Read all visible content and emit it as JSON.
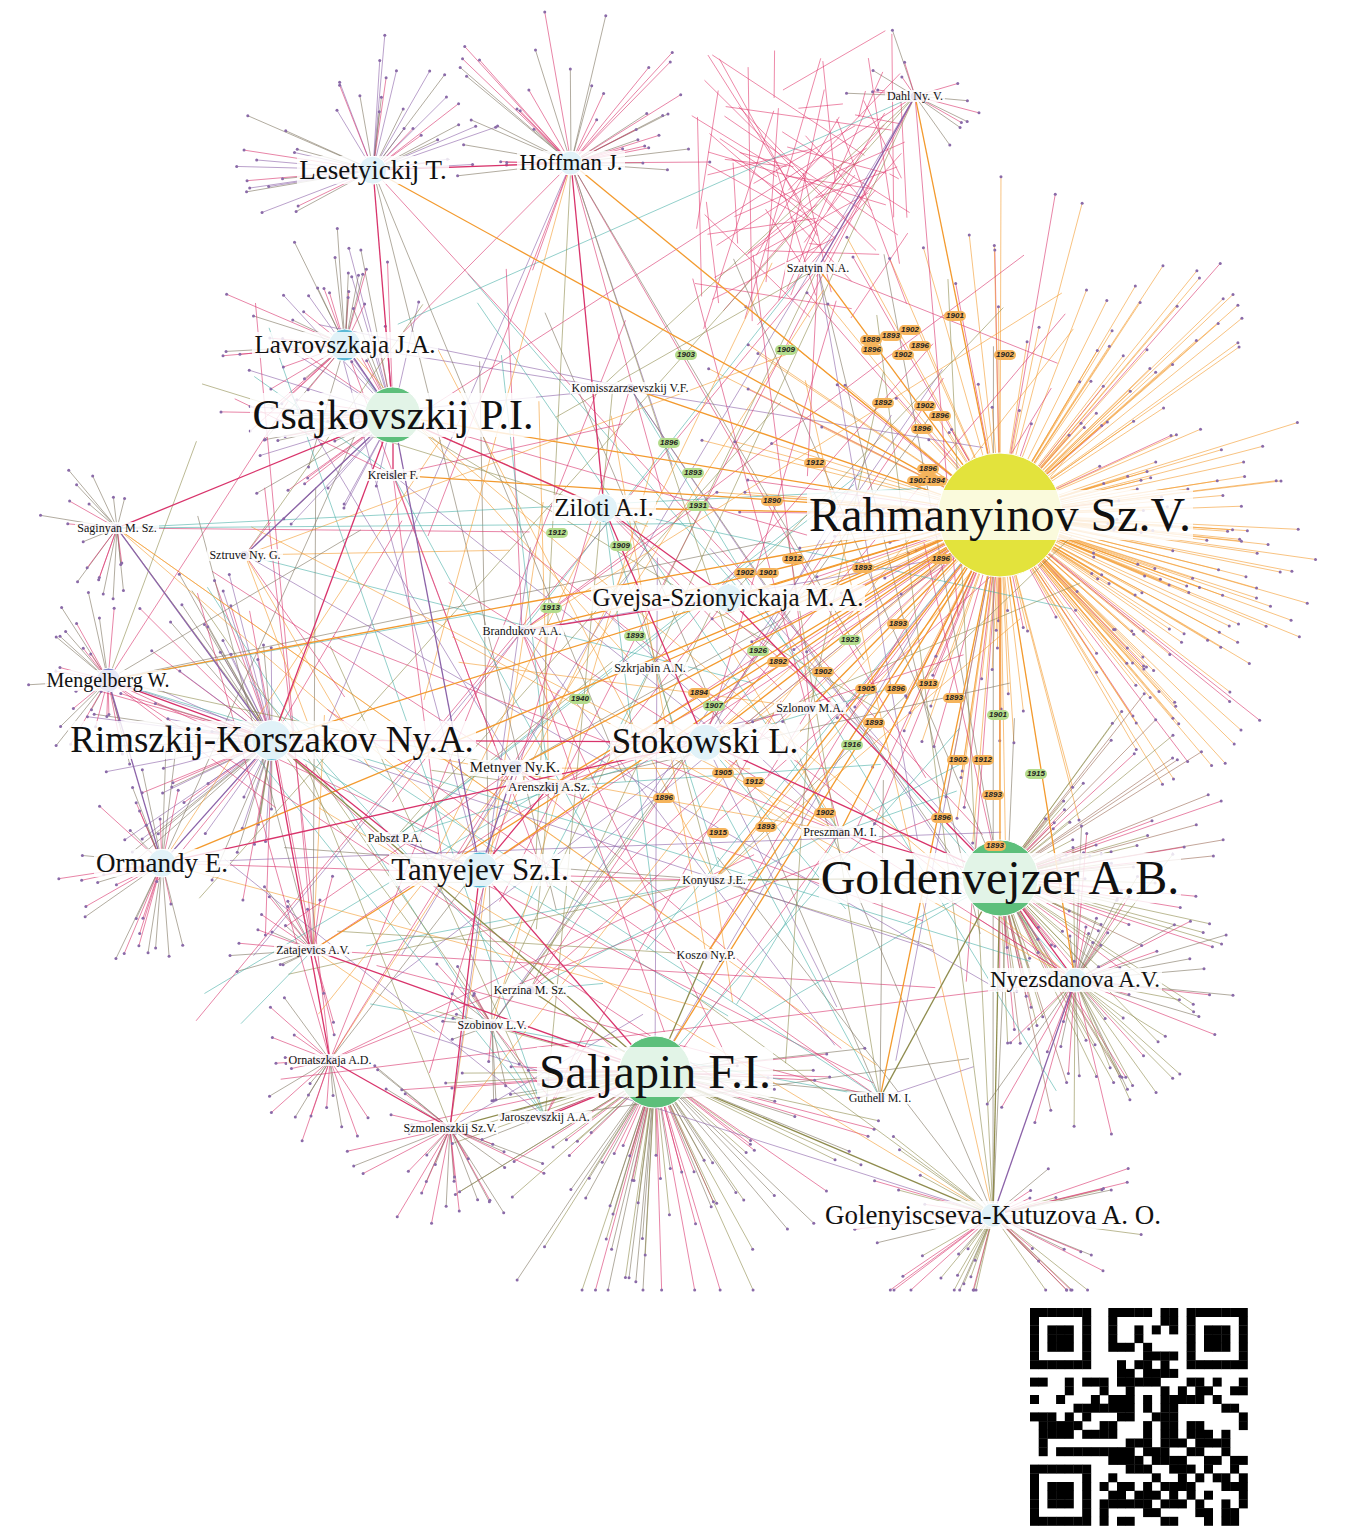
{
  "diagram": {
    "nodes": [
      {
        "text": [
          "Rahmanyinov Sz.V."
        ]
      },
      {
        "text": [
          "Goldenvejzer A.B."
        ]
      },
      {
        "text": [
          "Saljapin F.I."
        ]
      },
      {
        "text": [
          "Csajkovszkij P.I."
        ]
      },
      {
        "text": [
          "Rimszkij-Korszakov Ny.A."
        ]
      },
      {
        "text": [
          "Stokowski L."
        ]
      },
      {
        "text": [
          "Tanyejev Sz.I."
        ]
      },
      {
        "text": [
          "Ziloti A.I."
        ]
      },
      {
        "text": [
          "Gvejsa-Szionyickaja M. A."
        ]
      },
      {
        "text": [
          "Lesetyickij T."
        ]
      },
      {
        "text": [
          "Hoffman J."
        ]
      },
      {
        "text": [
          "Lavrovszkaja J.A."
        ]
      },
      {
        "text": [
          "Ormandy E."
        ]
      },
      {
        "text": [
          "Mengelberg W."
        ]
      },
      {
        "text": [
          "Nyezsdanova A.V."
        ]
      },
      {
        "text": [
          "Golenyiscseva-Kutuzova A. O."
        ]
      },
      {
        "text": [
          "Kreisler F."
        ]
      },
      {
        "text": [
          "Saginyan M. Sz."
        ]
      },
      {
        "text": [
          "Sztruve Ny. G."
        ]
      },
      {
        "text": [
          "Brandukov A.A."
        ]
      },
      {
        "text": [
          "Metnyer Ny.K."
        ]
      },
      {
        "text": [
          "Arenszkij A.Sz."
        ]
      },
      {
        "text": [
          "Pabszt P.A."
        ]
      },
      {
        "text": [
          "Zatajevics A.V."
        ]
      },
      {
        "text": [
          "Szobinov L.V."
        ]
      },
      {
        "text": [
          "Ornatszkaja A.D."
        ]
      },
      {
        "text": [
          "Szmolenszkij Sz.V."
        ]
      },
      {
        "text": [
          "Jaroszevszkij A.A."
        ]
      },
      {
        "text": [
          "Konyusz J.E."
        ]
      },
      {
        "text": [
          "Koszo Ny.P."
        ]
      },
      {
        "text": [
          "Kerzina M. Sz."
        ]
      },
      {
        "text": [
          "Guthell M. I."
        ]
      },
      {
        "text": [
          "Preszman M. I."
        ]
      },
      {
        "text": [
          "Szatyin N.A."
        ]
      },
      {
        "text": [
          "Dahl Ny. V."
        ]
      },
      {
        "text": [
          "Komisszarzsevszkij V.F."
        ]
      },
      {
        "text": [
          "Szlonov M.A."
        ]
      },
      {
        "text": [
          "Szkrjabin A.N."
        ]
      }
    ],
    "edges": [
      {
        "from": 0,
        "to": 1,
        "arrow": "none"
      },
      {
        "from": 0,
        "to": 2,
        "arrow": "none"
      },
      {
        "from": 0,
        "to": 3,
        "arrow": "none"
      },
      {
        "from": 0,
        "to": 5,
        "arrow": "none"
      },
      {
        "from": 0,
        "to": 7,
        "arrow": "none"
      },
      {
        "from": 0,
        "to": 8,
        "arrow": "none"
      },
      {
        "from": 0,
        "to": 6,
        "arrow": "none"
      },
      {
        "from": 0,
        "to": 4,
        "arrow": "none"
      },
      {
        "from": 0,
        "to": 10,
        "arrow": "none"
      },
      {
        "from": 0,
        "to": 33,
        "arrow": "none"
      },
      {
        "from": 0,
        "to": 34,
        "arrow": "none"
      },
      {
        "from": 0,
        "to": 32,
        "arrow": "none"
      },
      {
        "from": 0,
        "to": 28,
        "arrow": "none"
      },
      {
        "from": 0,
        "to": 19,
        "arrow": "none"
      },
      {
        "from": 0,
        "to": 21,
        "arrow": "none"
      },
      {
        "from": 0,
        "to": 36,
        "arrow": "none"
      },
      {
        "from": 0,
        "to": 14,
        "arrow": "none"
      },
      {
        "from": 0,
        "to": 16,
        "arrow": "none"
      },
      {
        "from": 0,
        "to": 20,
        "arrow": "none"
      },
      {
        "from": 0,
        "to": 12,
        "arrow": "none"
      },
      {
        "from": 0,
        "to": 13,
        "arrow": "none"
      },
      {
        "from": 0,
        "to": 29,
        "arrow": "none"
      },
      {
        "from": 0,
        "to": 31,
        "arrow": "none"
      },
      {
        "from": 0,
        "to": 37,
        "arrow": "none"
      },
      {
        "from": 0,
        "to": 35,
        "arrow": "none"
      },
      {
        "from": 0,
        "to": 9,
        "arrow": "none"
      },
      {
        "from": 0,
        "to": 23,
        "arrow": "none"
      },
      {
        "from": 2,
        "to": 4,
        "arrow": "none"
      },
      {
        "from": 2,
        "to": 24,
        "arrow": "none"
      },
      {
        "from": 2,
        "to": 30,
        "arrow": "none"
      },
      {
        "from": 2,
        "to": 27,
        "arrow": "none"
      },
      {
        "from": 2,
        "to": 15,
        "arrow": "none"
      },
      {
        "from": 2,
        "to": 6,
        "arrow": "none"
      },
      {
        "from": 2,
        "to": 29,
        "arrow": "none"
      },
      {
        "from": 2,
        "to": 23,
        "arrow": "none"
      },
      {
        "from": 2,
        "to": 26,
        "arrow": "none"
      },
      {
        "from": 3,
        "to": 11,
        "arrow": "none"
      },
      {
        "from": 3,
        "to": 16,
        "arrow": "none"
      },
      {
        "from": 3,
        "to": 4,
        "arrow": "none"
      },
      {
        "from": 3,
        "to": 6,
        "arrow": "none"
      },
      {
        "from": 3,
        "to": 7,
        "arrow": "none"
      },
      {
        "from": 3,
        "to": 9,
        "arrow": "none"
      },
      {
        "from": 3,
        "to": 18,
        "arrow": "none"
      },
      {
        "from": 3,
        "to": 17,
        "arrow": "none"
      },
      {
        "from": 4,
        "to": 13,
        "arrow": "none"
      },
      {
        "from": 4,
        "to": 12,
        "arrow": "none"
      },
      {
        "from": 4,
        "to": 5,
        "arrow": "none"
      },
      {
        "from": 4,
        "to": 22,
        "arrow": "none"
      },
      {
        "from": 4,
        "to": 17,
        "arrow": "none"
      },
      {
        "from": 4,
        "to": 25,
        "arrow": "none"
      },
      {
        "from": 12,
        "to": 5,
        "arrow": "none"
      },
      {
        "from": 12,
        "to": 13,
        "arrow": "none"
      },
      {
        "from": 5,
        "to": 1,
        "arrow": "none"
      },
      {
        "from": 5,
        "to": 7,
        "arrow": "none"
      },
      {
        "from": 1,
        "to": 14,
        "arrow": "none"
      },
      {
        "from": 1,
        "to": 15,
        "arrow": "none"
      },
      {
        "from": 1,
        "to": 32,
        "arrow": "none"
      },
      {
        "from": 1,
        "to": 28,
        "arrow": "none"
      },
      {
        "from": 1,
        "to": 8,
        "arrow": "none"
      },
      {
        "from": 1,
        "to": 31,
        "arrow": "none"
      },
      {
        "from": 6,
        "to": 20,
        "arrow": "none"
      },
      {
        "from": 6,
        "to": 21,
        "arrow": "none"
      },
      {
        "from": 6,
        "to": 26,
        "arrow": "none"
      },
      {
        "from": 6,
        "to": 22,
        "arrow": "none"
      },
      {
        "from": 7,
        "to": 10,
        "arrow": "none"
      },
      {
        "from": 7,
        "to": 8,
        "arrow": "none"
      },
      {
        "from": 33,
        "to": 34,
        "arrow": "none"
      },
      {
        "from": 8,
        "to": 19,
        "arrow": "none"
      },
      {
        "from": 10,
        "to": 9,
        "arrow": "none"
      },
      {
        "from": 14,
        "to": 15,
        "arrow": "none"
      },
      {
        "from": 25,
        "to": 26,
        "arrow": "none"
      },
      {
        "from": 20,
        "to": 21,
        "arrow": "none"
      }
    ],
    "labels": [
      "1903",
      "1909",
      "1889",
      "1893",
      "1902",
      "1901",
      "1896",
      "1896",
      "1902",
      "1902",
      "1892",
      "1902",
      "1896",
      "1896",
      "1896",
      "1893",
      "1912",
      "1896",
      "1892",
      "1931",
      "1890",
      "1902",
      "1894",
      "1912",
      "1909",
      "1896",
      "1912",
      "1893",
      "1901",
      "1902",
      "1913",
      "1893",
      "1893",
      "1926",
      "1923",
      "1892",
      "1894",
      "1902",
      "1940",
      "1907",
      "1905",
      "1896",
      "1913",
      "1893",
      "1893",
      "1901",
      "1916",
      "1905",
      "1912",
      "1896",
      "1902",
      "1912",
      "1915",
      "1893",
      "1915",
      "1893",
      "1902",
      "1896",
      "1893"
    ]
  }
}
